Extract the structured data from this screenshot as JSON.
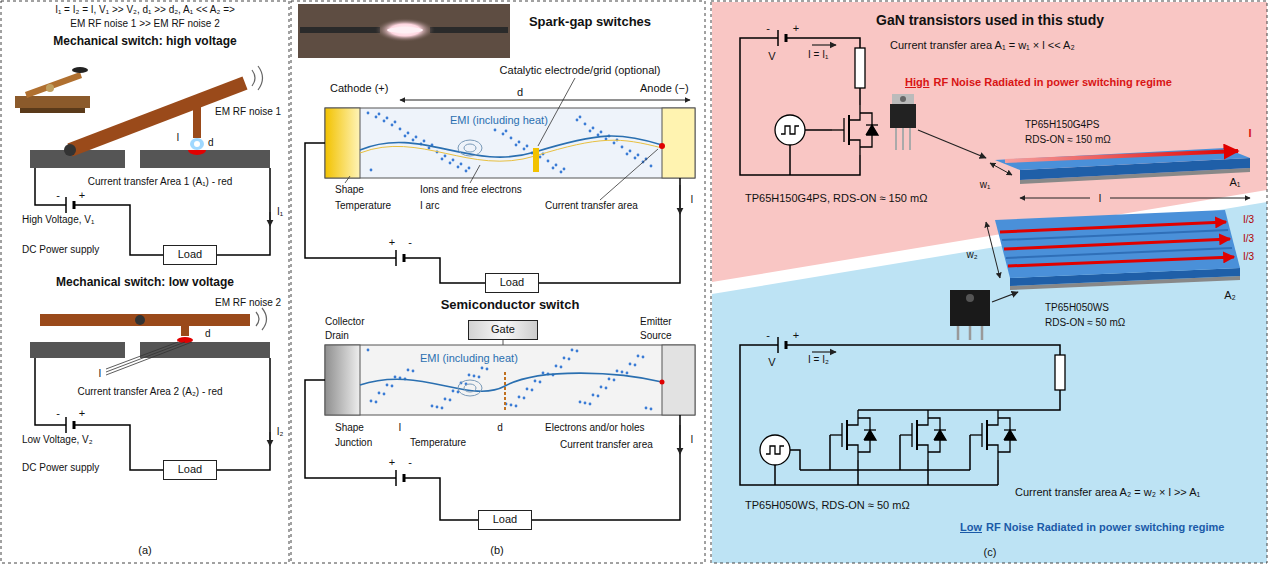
{
  "diagram": {
    "nodes": [
      {
        "text": [
          "Load"
        ]
      },
      {
        "text": [
          "Load"
        ]
      },
      {
        "text": [
          "Load"
        ]
      },
      {
        "text": [
          "Gate"
        ]
      },
      {
        "text": [
          "Load"
        ]
      }
    ],
    "labels": [
      "I₁ = I₂ = I, V₁ >> V₂, d₁ >> d₂, A₁ << A₂ =>",
      "EM RF noise 1 >> EM RF noise 2",
      "Mechanical switch: high voltage",
      "EM RF noise 1",
      "d",
      "I",
      "Current transfer Area 1 (A₁) - red",
      "-",
      "+",
      "I₁",
      "High Voltage, V₁",
      "DC Power supply",
      "Mechanical switch: low voltage",
      "EM RF noise 2",
      "d",
      "I",
      "Current transfer Area 2 (A₂) - red",
      "-",
      "+",
      "I₂",
      "Low Voltage, V₂",
      "DC Power supply",
      "(a)",
      "Spark-gap switches",
      "Catalytic electrode/grid (optional)",
      "Cathode (+)",
      "d",
      "Anode (−)",
      "EMI (including heat)",
      "Shape",
      "Ions and free electrons",
      "Temperature",
      "I arc",
      "Current transfer area",
      "I",
      "+",
      "-",
      "Semiconductor switch",
      "Collector",
      "Drain",
      "Emitter",
      "Source",
      "EMI (including heat)",
      "Shape",
      "Junction",
      "I",
      "d",
      "Electrons and/or holes",
      "Temperature",
      "Current transfer area",
      "I",
      "+",
      "-",
      "(b)",
      "GaN transistors used in this study",
      "-",
      "+",
      "I = I₁",
      "V",
      "Current transfer area A₁ = w₁ × l << A₂",
      "High",
      "RF Noise Radiated in power switching regime",
      "TP65H150G4PS",
      "RDS-ON ≈ 150 mΩ",
      "I",
      "A₁",
      "w₁",
      "l",
      "TP65H150G4PS, RDS-ON ≈ 150 mΩ",
      "I/3",
      "I/3",
      "I/3",
      "A₂",
      "w₂",
      "TP65H050WS",
      "RDS-ON ≈ 50 mΩ",
      "-",
      "+",
      "I = I₂",
      "V",
      "TP65H050WS, RDS-ON ≈ 50 mΩ",
      "Current transfer area A₂ = w₂ × l >> A₁",
      "Low",
      "RF Noise Radiated in power switching regime",
      "(c)"
    ]
  }
}
